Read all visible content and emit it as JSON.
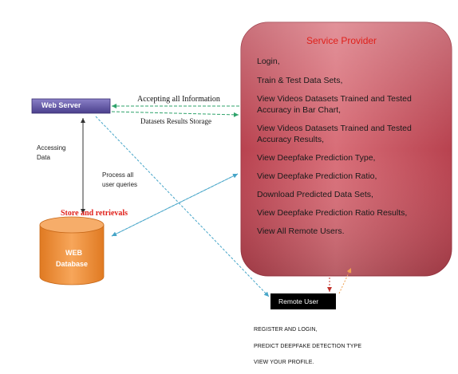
{
  "web_server": {
    "label": "Web Server"
  },
  "database": {
    "line1": "WEB",
    "line2": "Database"
  },
  "edges": {
    "accepting_info": "Accepting all  Information",
    "results_storage": "Datasets Results Storage",
    "accessing_data": [
      "Accessing",
      "Data"
    ],
    "process_queries": [
      "Process all",
      "user queries"
    ],
    "store_retrievals": "Store and retrievals"
  },
  "service_provider": {
    "title": "Service Provider",
    "items": [
      [
        "Login,"
      ],
      [
        "Train & Test Data Sets,"
      ],
      [
        "View Videos Datasets Trained and Tested",
        "Accuracy in Bar Chart,"
      ],
      [
        "View Videos Datasets Trained and Tested",
        "Accuracy Results,"
      ],
      [
        "View Deepfake Prediction Type,"
      ],
      [
        "View Deepfake Prediction Ratio,"
      ],
      [
        "Download Predicted Data Sets,"
      ],
      [
        "View Deepfake Prediction Ratio Results,"
      ],
      [
        "View All Remote Users."
      ]
    ]
  },
  "remote_user": {
    "label": "Remote User",
    "items": [
      "REGISTER AND LOGIN,",
      "PREDICT DEEPFAKE DETECTION TYPE",
      "VIEW YOUR PROFILE."
    ]
  },
  "colors": {
    "provider_fill": "#c9545f",
    "database_fill": "#f0913a",
    "server_fill": "#5a4fa0",
    "remote_fill": "#000000",
    "title_red": "#e0201a",
    "arrow_green": "#2fa36b",
    "arrow_blue": "#46a5c8"
  }
}
